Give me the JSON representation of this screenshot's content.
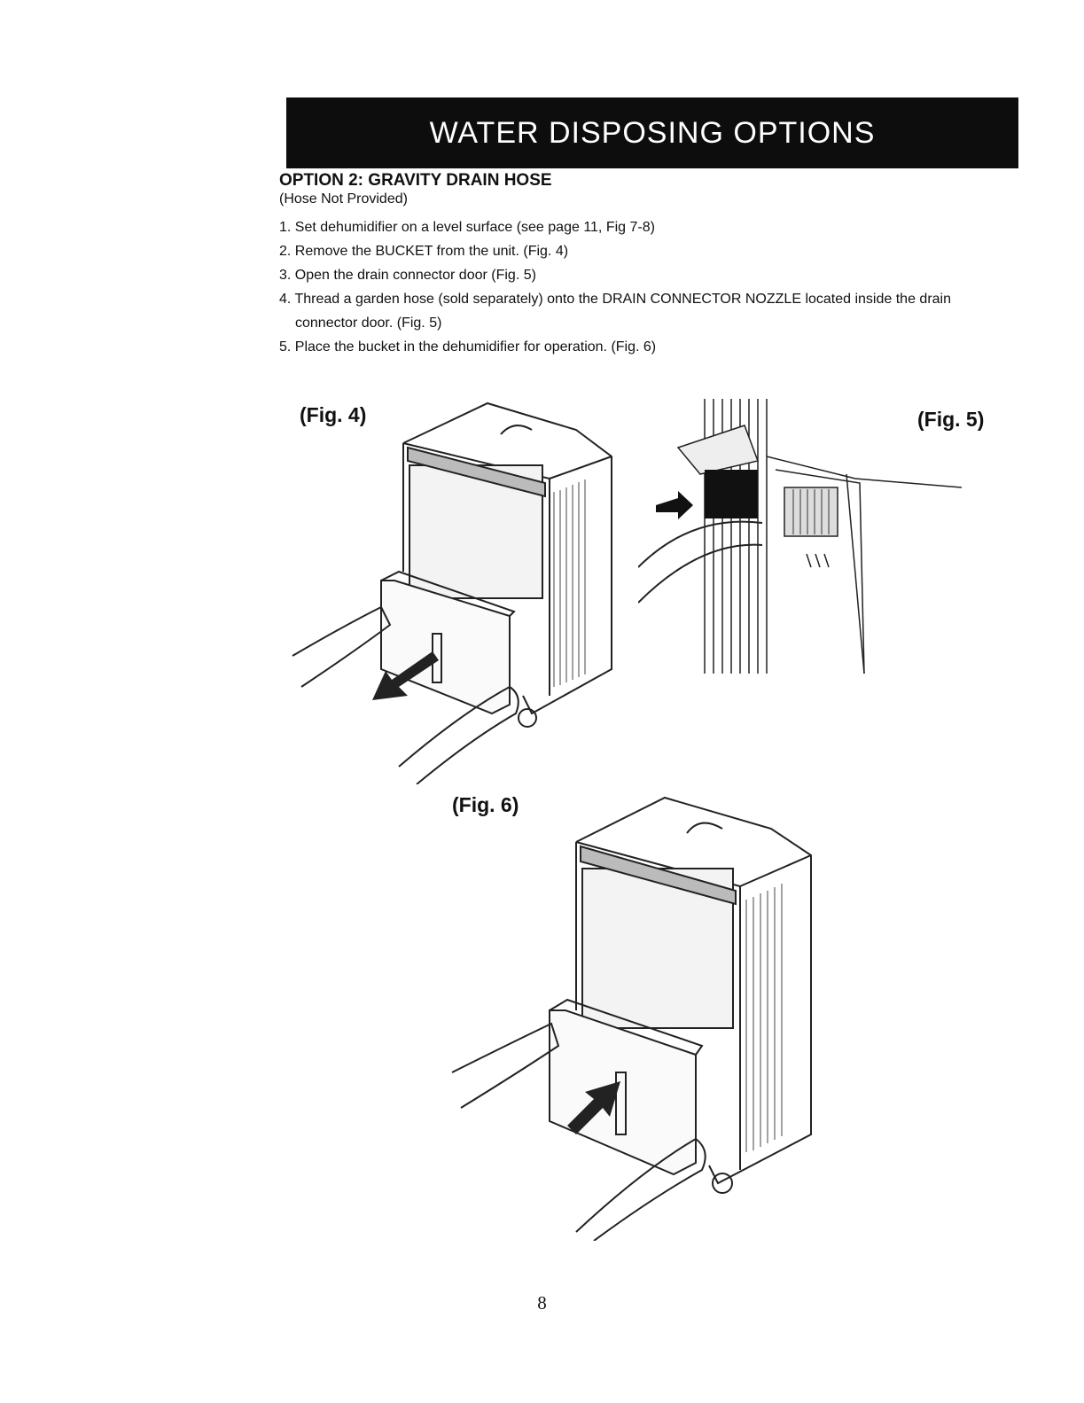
{
  "banner": {
    "title": "WATER DISPOSING OPTIONS"
  },
  "section": {
    "title": "OPTION 2: GRAVITY DRAIN HOSE",
    "note": "(Hose Not Provided)",
    "steps": [
      "1. Set dehumidifier on a level surface (see page 11, Fig 7-8)",
      "2. Remove the BUCKET from the unit.  (Fig. 4)",
      "3. Open the drain connector door (Fig. 5)",
      "4. Thread a garden hose (sold separately) onto the DRAIN CONNECTOR NOZZLE located inside the drain connector door. (Fig. 5)",
      "5. Place the bucket in the dehumidifier for operation. (Fig. 6)"
    ]
  },
  "figures": {
    "fig4": {
      "label": "(Fig. 4)"
    },
    "fig5": {
      "label": "(Fig. 5)"
    },
    "fig6": {
      "label": "(Fig. 6)"
    }
  },
  "footer": {
    "page_number": "8"
  }
}
